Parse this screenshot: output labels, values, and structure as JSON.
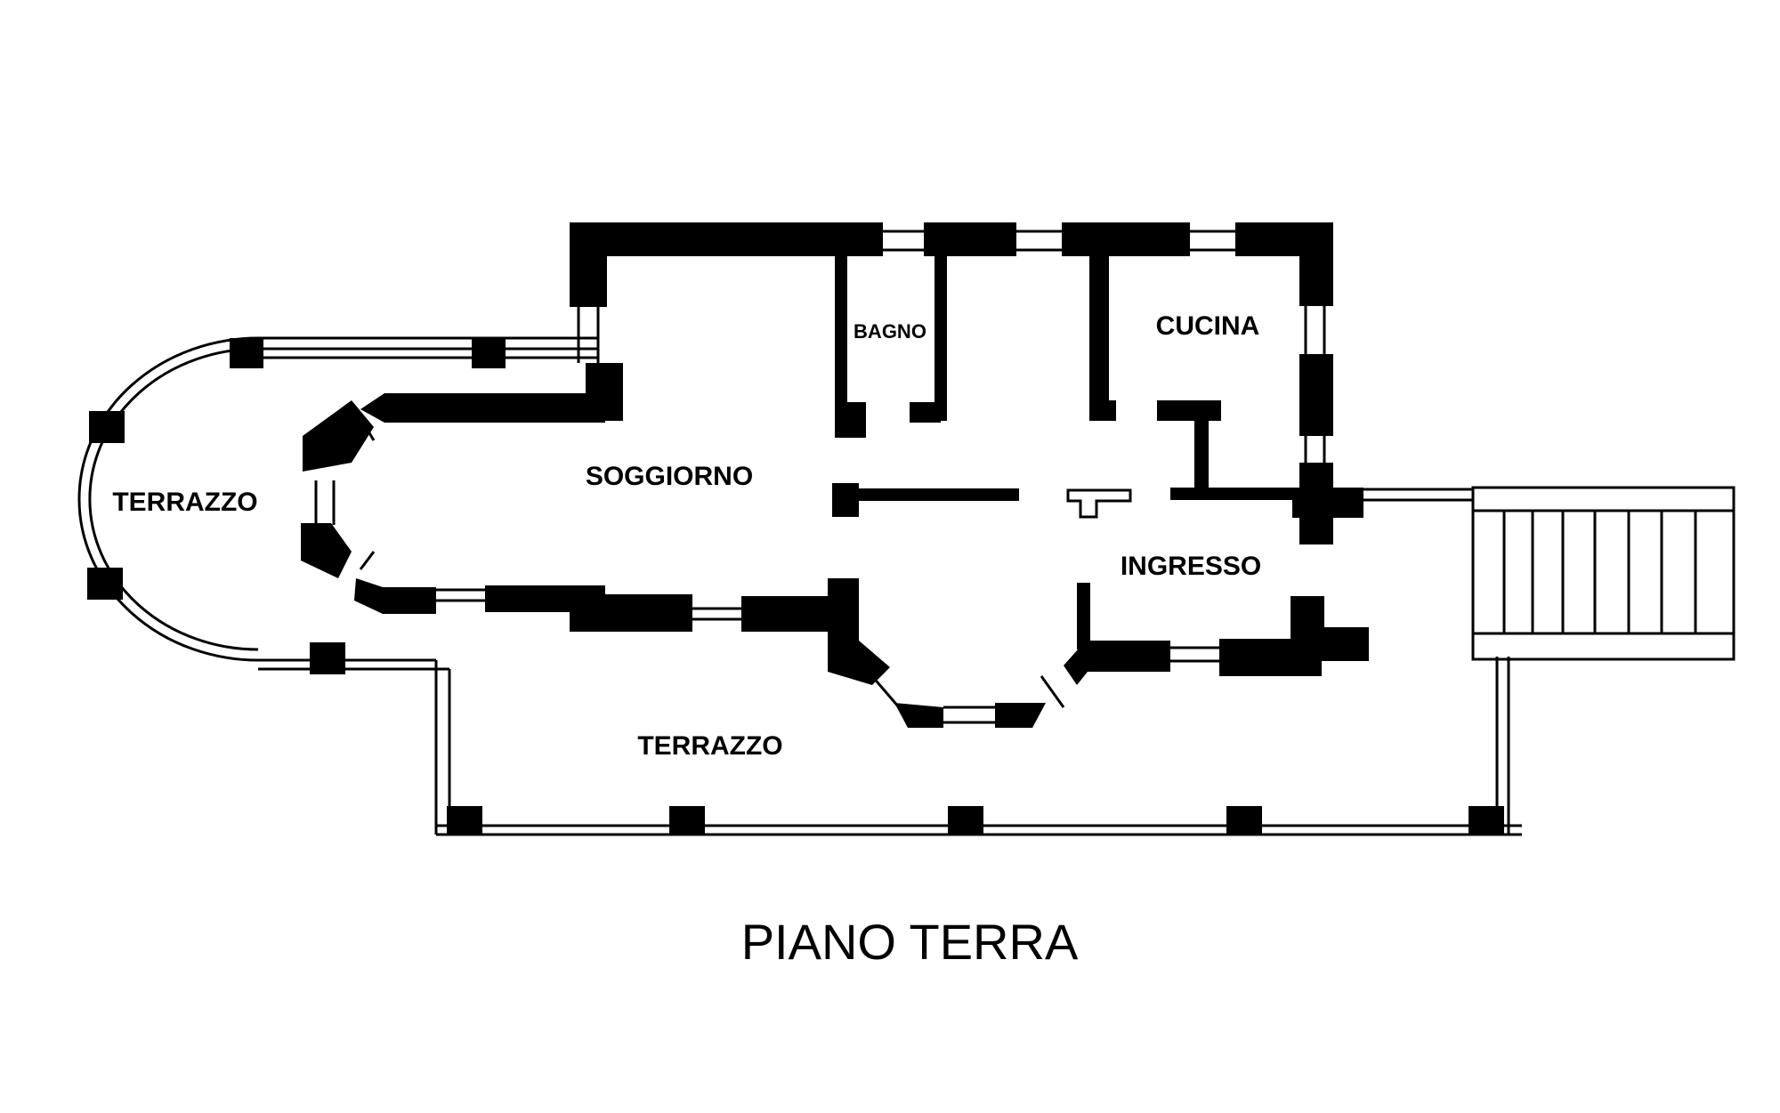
{
  "title": "PIANO TERRA",
  "rooms": {
    "bagno": "BAGNO",
    "cucina": "CUCINA",
    "soggiorno": "SOGGIORNO",
    "ingresso": "INGRESSO",
    "terrazzo_west": "TERRAZZO",
    "terrazzo_south": "TERRAZZO"
  },
  "colors": {
    "wall": "#000000",
    "background": "#ffffff"
  }
}
